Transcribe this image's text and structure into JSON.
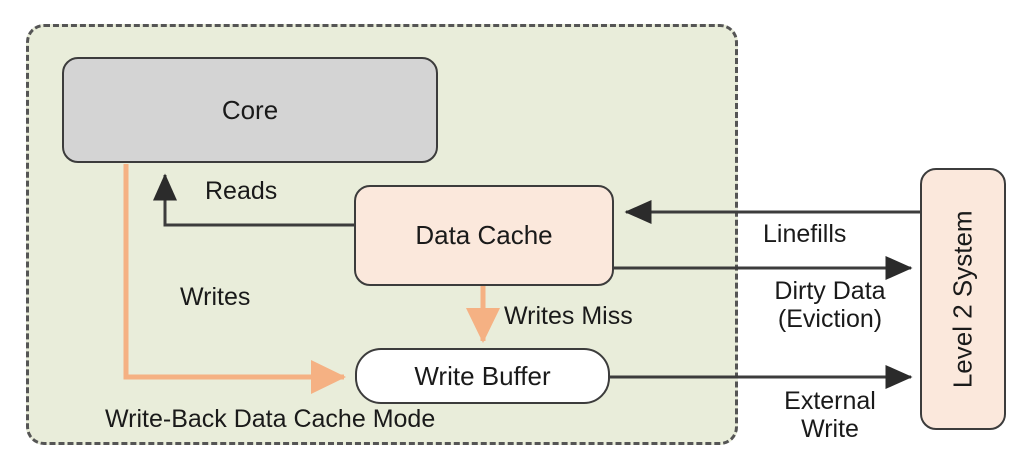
{
  "diagram": {
    "title": "Write-Back Data Cache Mode",
    "colors": {
      "region_fill": "#e9edda",
      "region_border": "#555555",
      "core_fill": "#d4d4d4",
      "cache_fill": "#fbe8dc",
      "buffer_fill": "#ffffff",
      "l2_fill": "#fbe8dc",
      "node_border": "#3c3c3c",
      "wire_dark": "#3c3c3c",
      "wire_orange": "#f5b183",
      "text": "#1a1a1a"
    },
    "nodes": {
      "core": {
        "label": "Core"
      },
      "data_cache": {
        "label": "Data Cache"
      },
      "write_buffer": {
        "label": "Write Buffer"
      },
      "level2": {
        "label": "Level 2 System"
      }
    },
    "edge_labels": {
      "reads": "Reads",
      "writes": "Writes",
      "writes_miss": "Writes Miss",
      "linefills": "Linefills",
      "dirty_data_line1": "Dirty Data",
      "dirty_data_line2": "(Eviction)",
      "external_line1": "External",
      "external_line2": "Write"
    },
    "region_caption": "Write-Back Data Cache Mode"
  }
}
